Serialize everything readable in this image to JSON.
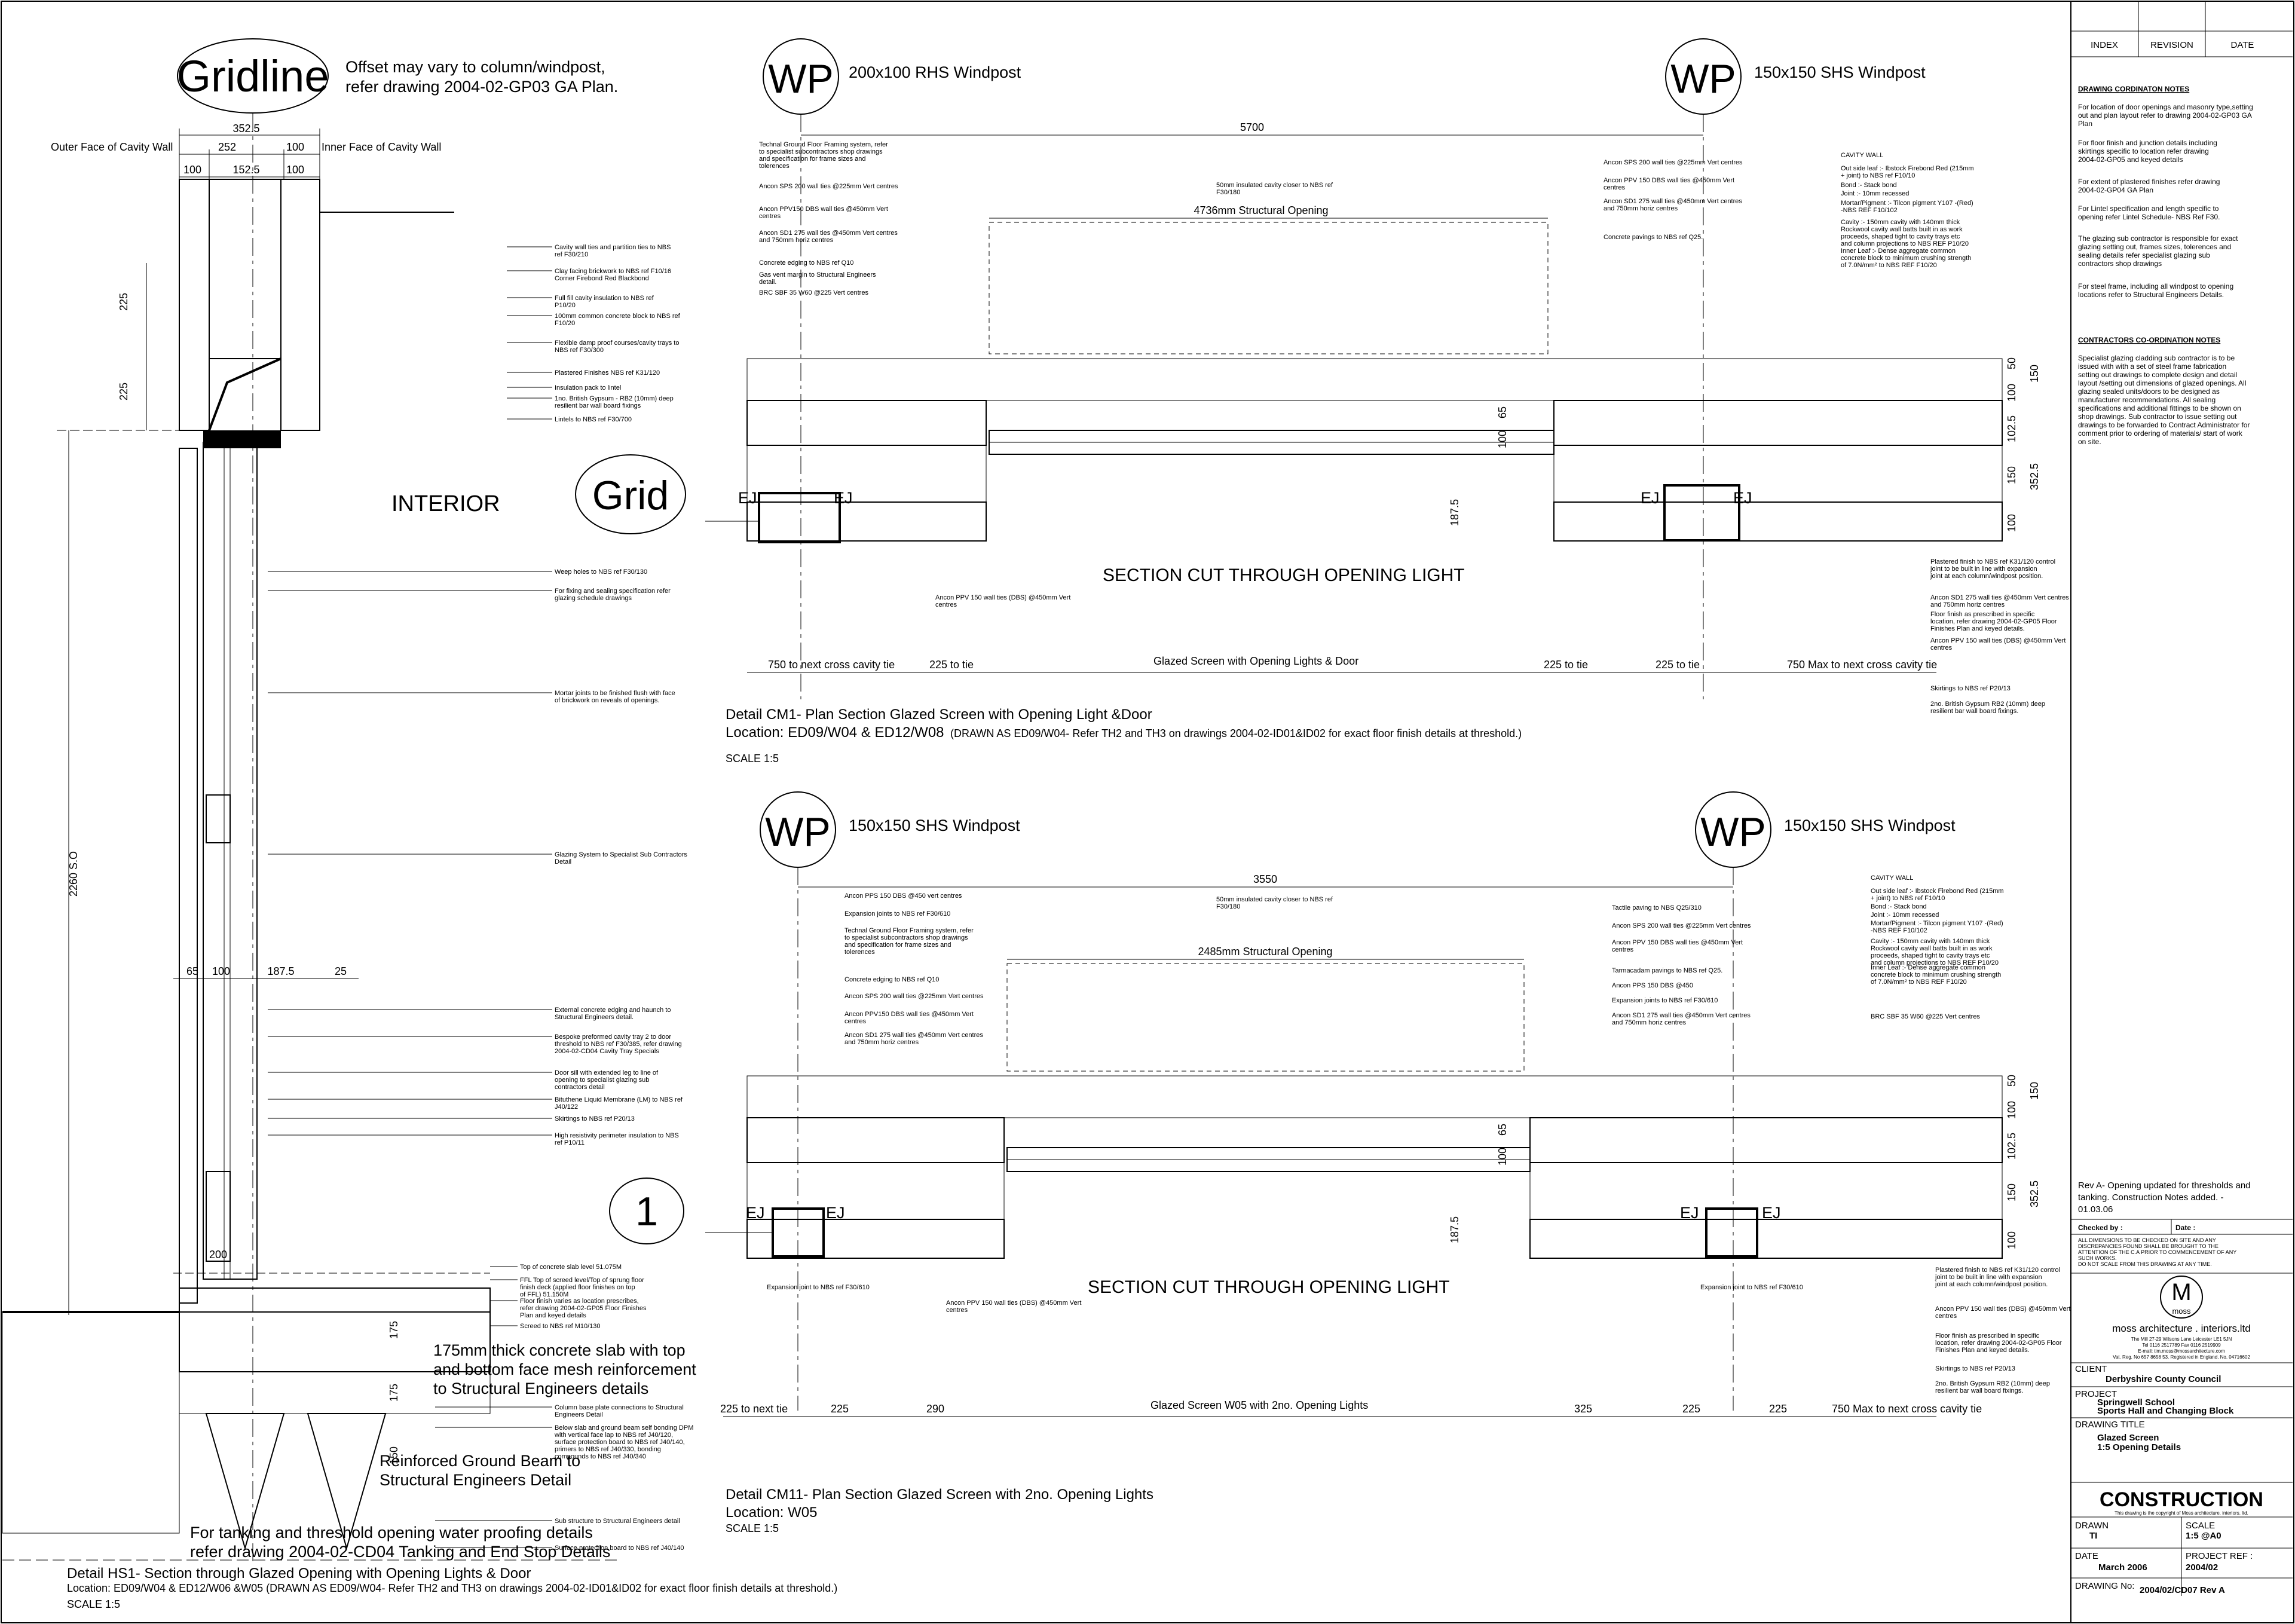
{
  "left_detail": {
    "bubble": "Gridline",
    "offset_note": [
      "Offset may vary to column/windpost,",
      "refer drawing 2004-02-GP03 GA Plan."
    ],
    "outer_face": "Outer Face of Cavity Wall",
    "inner_face": "Inner Face of Cavity Wall",
    "interior": "INTERIOR",
    "grid_bubble": "Grid",
    "one_bubble": "1",
    "dims_top": [
      "352.5",
      "252",
      "100",
      "100",
      "152.5",
      "100"
    ],
    "dims_side": [
      "225",
      "225",
      "2260 S.O"
    ],
    "dims_base": [
      "65",
      "100",
      "187.5",
      "25"
    ],
    "dims_slab": [
      "200",
      "175",
      "175",
      "150"
    ],
    "notes": [
      "Cavity wall ties and partition ties to NBS ref F30/210",
      "Clay facing brickwork to NBS ref F10/16 Corner Firebond Red Blackbond",
      "Full fill cavity insulation to NBS ref P10/20",
      "100mm common concrete block to NBS ref F10/20",
      "Flexible damp proof courses/cavity trays to NBS ref F30/300",
      "Plastered Finishes NBS ref K31/120",
      "Insulation pack to lintel",
      "1no. British Gypsum - RB2 (10mm) deep resilient bar wall board fixings",
      "Lintels to NBS ref F30/700",
      "Weep holes to NBS ref F30/130",
      "For fixing and sealing specification refer glazing schedule drawings",
      "Mortar joints to be finished flush with face of brickwork on reveals of openings.",
      "Glazing System to Specialist Sub Contractors Detail",
      "External concrete edging and haunch to Structural Engineers detail.",
      "Bespoke preformed cavity tray 2 to door threshold to NBS ref F30/385, refer drawing 2004-02-CD04 Cavity Tray Specials",
      "Door sill with extended leg to line of opening to specialist glazing sub contractors detail",
      "Bituthene Liquid Membrane (LM) to NBS ref J40/122",
      "Skirtings to NBS ref P20/13",
      "High resistivity perimeter insulation to NBS ref P10/11",
      "Top of concrete slab level 51.075M",
      "FFL Top of screed level/Top of sprung floor finish deck (applied floor finishes on top of FFL) 51.150M",
      "Floor finish varies as location prescribes, refer drawing 2004-02-GP05 Floor Finishes Plan and keyed details",
      "Screed to NBS ref M10/130",
      "Column base plate connections to Structural Engineers Detail",
      "Below slab and ground beam self bonding DPM with vertical face lap to NBS ref J40/120, surface protection board to NBS ref J40/140, primers to NBS ref J40/330, bonding compounds to NBS ref J40/340",
      "Sub structure to Structural Engineers detail",
      "Surface protection board to NBS ref J40/140"
    ],
    "slab_note": [
      "175mm thick concrete slab with top",
      "and bottom face mesh reinforcement",
      "to Structural Engineers details"
    ],
    "beam_note": [
      "Reinforced Ground Beam to",
      "Structural Engineers Detail"
    ],
    "tanking_note": [
      "For tanking and threshold opening water proofing details",
      "refer drawing 2004-02-CD04 Tanking and End Stop Details"
    ],
    "title": "Detail HS1- Section through Glazed Opening with Opening Lights & Door",
    "location": "Location:  ED09/W04 & ED12/W06 &W05 (DRAWN AS ED09/W04- Refer TH2 and TH3 on drawings 2004-02-ID01&ID02 for exact floor finish details at threshold.)",
    "scale": "SCALE 1:5"
  },
  "cm1": {
    "wp_left": "WP",
    "wp_left_label": "200x100 RHS Windpost",
    "wp_right": "WP",
    "wp_right_label": "150x150 SHS Windpost",
    "overall_dim": "5700",
    "opening_dim": "4736mm Structural Opening",
    "section_label": "SECTION CUT THROUGH OPENING LIGHT",
    "ej": "EJ",
    "bottom_dims": [
      "750 to next cross cavity tie",
      "225 to tie",
      "Glazed Screen with Opening Lights & Door",
      "225 to tie",
      "225 to tie",
      "750 Max to next cross cavity tie"
    ],
    "right_dims": [
      "50",
      "100",
      "150",
      "102.5",
      "150",
      "100",
      "352.5",
      "65",
      "100",
      "187.5"
    ],
    "notes_left": [
      "Technal Ground Floor Framing system, refer to specialist subcontractors shop drawings and specification for frame sizes and tolerences",
      "Ancon SPS 200 wall ties @225mm Vert centres",
      "Ancon PPV150 DBS wall ties @450mm Vert centres",
      "Ancon SD1 275 wall ties @450mm Vert centres and 750mm horiz centres",
      "Concrete edging to NBS ref Q10",
      "Gas vent margin to Structural Engineers detail.",
      "BRC SBF 35 W60 @225 Vert centres"
    ],
    "note_closer": "50mm insulated cavity closer to NBS ref F30/180",
    "notes_mid": [
      "Ancon SPS 200 wall ties @225mm Vert centres",
      "Ancon PPV 150 DBS wall ties @450mm Vert centres",
      "Ancon SD1 275 wall ties @450mm Vert centres and 750mm horiz centres",
      "Concrete pavings to NBS ref Q25."
    ],
    "cavity_wall": [
      "CAVITY WALL",
      "Out side leaf :- Ibstock Firebond Red (215mm + joint) to NBS ref F10/10",
      "Bond :- Stack bond",
      "Joint :- 10mm recessed",
      "Mortar/Pigment :- Tilcon pigment Y107 -(Red) -NBS REF F10/102",
      "Cavity :- 150mm cavity with 140mm thick Rockwool cavity wall batts built in as work proceeds, shaped tight to cavity trays etc and column projections to NBS REF P10/20",
      "Inner Leaf :- Dense aggregate common concrete block to minimum crushing strength of 7.0N/mm² to NBS REF F10/20"
    ],
    "notes_right": [
      "Plastered finish to NBS ref K31/120 control joint to be built in line with expansion joint at each column/windpost position.",
      "Ancon SD1 275 wall ties @450mm Vert centres and 750mm horiz centres",
      "Floor finish as prescribed in specific location, refer drawing 2004-02-GP05 Floor Finishes Plan and keyed details.",
      "Ancon PPV 150 wall ties (DBS) @450mm Vert centres",
      "Skirtings to NBS ref P20/13",
      "2no. British Gypsum RB2 (10mm) deep resilient bar wall board fixings."
    ],
    "note_bottom": "Ancon PPV 150 wall ties (DBS) @450mm Vert centres",
    "title": "Detail CM1- Plan Section Glazed Screen with Opening Light &Door",
    "location": "Location: ED09/W04 & ED12/W08",
    "location_note": "(DRAWN AS ED09/W04- Refer TH2 and TH3 on drawings 2004-02-ID01&ID02 for exact floor finish details at threshold.)",
    "scale": "SCALE 1:5"
  },
  "cm11": {
    "wp_left": "WP",
    "wp_left_label": "150x150 SHS Windpost",
    "wp_right": "WP",
    "wp_right_label": "150x150 SHS Windpost",
    "overall_dim": "3550",
    "opening_dim": "2485mm Structural Opening",
    "section_label": "SECTION CUT THROUGH OPENING LIGHT",
    "ej": "EJ",
    "bottom_dims": [
      "225 to next tie",
      "225",
      "290",
      "Glazed Screen W05 with 2no. Opening Lights",
      "325",
      "225",
      "225",
      "750 Max to next cross cavity tie"
    ],
    "right_dims": [
      "50",
      "100",
      "150",
      "102.5",
      "150",
      "100",
      "352.5",
      "65",
      "100",
      "187.5"
    ],
    "notes_left": [
      "Ancon PPS 150 DBS @450 vert centres",
      "Expansion joints to NBS ref F30/610",
      "Technal Ground Floor Framing system, refer to specialist subcontractors shop drawings and specification for frame sizes and tolerences",
      "Concrete edging to NBS ref Q10",
      "Ancon SPS 200 wall ties @225mm Vert centres",
      "Ancon PPV150 DBS wall ties @450mm Vert centres",
      "Ancon SD1 275 wall ties @450mm Vert centres and 750mm horiz centres"
    ],
    "note_closer": "50mm insulated cavity closer to NBS ref F30/180",
    "notes_mid": [
      "Tactile paving to NBS Q25/310",
      "Ancon SPS 200 wall ties @225mm Vert centres",
      "Ancon PPV 150 DBS wall ties @450mm Vert centres",
      "Tarmacadam pavings to NBS ref Q25.",
      "Ancon PPS 150 DBS @450",
      "Expansion joints to NBS ref F30/610",
      "Ancon SD1 275 wall ties @450mm Vert centres and 750mm horiz centres"
    ],
    "cavity_wall": [
      "CAVITY WALL",
      "Out side leaf :- Ibstock Firebond Red (215mm + joint) to NBS ref F10/10",
      "Bond :- Stack bond",
      "Joint :- 10mm recessed",
      "Mortar/Pigment :- Tilcon pigment Y107 -(Red) -NBS REF F10/102",
      "Cavity :- 150mm cavity with 140mm thick Rockwool cavity wall batts built in as work proceeds, shaped tight to cavity trays etc and column projections to NBS REF P10/20",
      "Inner Leaf :- Dense aggregate common concrete block to minimum crushing strength of 7.0N/mm² to NBS REF F10/20",
      "BRC SBF 35 W60 @225 Vert centres"
    ],
    "notes_right": [
      "Plastered finish to NBS ref K31/120 control joint to be built in line with expansion joint at each column/windpost position.",
      "Ancon PPV 150 wall ties (DBS) @450mm Vert centres",
      "Floor finish as prescribed in specific location, refer drawing 2004-02-GP05 Floor Finishes Plan and keyed details.",
      "Skirtings to NBS ref P20/13",
      "2no. British Gypsum RB2 (10mm) deep resilient bar wall board fixings."
    ],
    "note_exp_left": "Expansion joint to NBS ref F30/610",
    "note_exp_right": "Expansion joint to NBS ref F30/610",
    "note_bottom": "Ancon PPV 150 wall ties (DBS) @450mm Vert centres",
    "title": "Detail CM11- Plan Section Glazed Screen with 2no. Opening Lights",
    "location": "Location: W05",
    "scale": "SCALE 1:5"
  },
  "sidebar": {
    "revision_cols": [
      "INDEX",
      "REVISION",
      "DATE"
    ],
    "coord_title": "DRAWING CORDINATON NOTES",
    "coord_notes": [
      "For location of door openings and masonry type,setting out and plan layout refer to drawing 2004-02-GP03 GA Plan",
      "For floor finish and junction details including skirtings specific to location refer drawing 2004-02-GP05 and keyed details",
      "For extent of plastered finishes refer drawing 2004-02-GP04 GA Plan",
      "For Lintel specification and length specific to opening refer Lintel Schedule- NBS Ref F30.",
      "The glazing sub contractor is responsible for exact glazing setting out, frames sizes, tolerences and sealing details refer specialist glazing sub contractors shop drawings",
      "For steel frame, including all windpost to opening locations refer to Structural Engineers Details."
    ],
    "contractor_title": "CONTRACTORS CO-ORDINATION NOTES",
    "contractor_notes": "Specialist glazing cladding sub contractor is to be issued with with a set of steel frame fabrication setting out drawings to complete design and detail layout /setting out dimensions of glazed openings. All glazing sealed units/doors to be designed as manufacturer recommendations. All sealing specifications and additional fittings to be shown on shop drawings. Sub contractor to issue setting out drawings to be forwarded to Contract Administrator for comment prior to ordering of materials/ start of work on site.",
    "rev_a": [
      "Rev A- Opening updated for thresholds and",
      "tanking. Construction Notes added. -",
      "01.03.06"
    ],
    "checked_by": "Checked by :",
    "date_label": "Date :",
    "disclaimer": [
      "ALL DIMENSIONS TO BE CHECKED ON SITE AND ANY",
      "DISCREPANCIES FOUND SHALL BE BROUGHT TO THE",
      "ATTENTION OF THE C.A PRIOR TO COMMENCEMENT OF ANY",
      "SUCH WORKS.",
      "DO NOT SCALE FROM THIS DRAWING AT ANY TIME."
    ],
    "logo_letter": "M",
    "logo_word": "moss",
    "firm": "moss architecture . interiors.ltd",
    "firm_lines": [
      "The Mill 27-29 Wilsons Lane Leicester LE1 5JN",
      "Tel 0116 2517789  Fax 0116 2519909",
      "E-mail: tim.moss@mossarchitecture.com",
      "Vat. Reg. No 657 8658 53. Registered in England. No. 04716602"
    ],
    "client_label": "CLIENT",
    "client": "Derbyshire County Council",
    "project_label": "PROJECT",
    "project": [
      "Springwell School",
      "Sports Hall and Changing Block"
    ],
    "drawing_title_label": "DRAWING TITLE",
    "drawing_title": [
      "Glazed Screen",
      "1:5 Opening Details"
    ],
    "status": "CONSTRUCTION",
    "copyright": "This drawing is the copyright of Moss architecture. interiors. ltd.",
    "drawn_label": "DRAWN",
    "drawn": "TI",
    "scale_label": "SCALE",
    "scale": "1:5    @A0",
    "date_lbl": "DATE",
    "date": "March 2006",
    "project_ref_label": "PROJECT REF :",
    "project_ref": "2004/02",
    "drawing_no_label": "DRAWING No:",
    "drawing_no": "2004/02/CD07 Rev A"
  }
}
